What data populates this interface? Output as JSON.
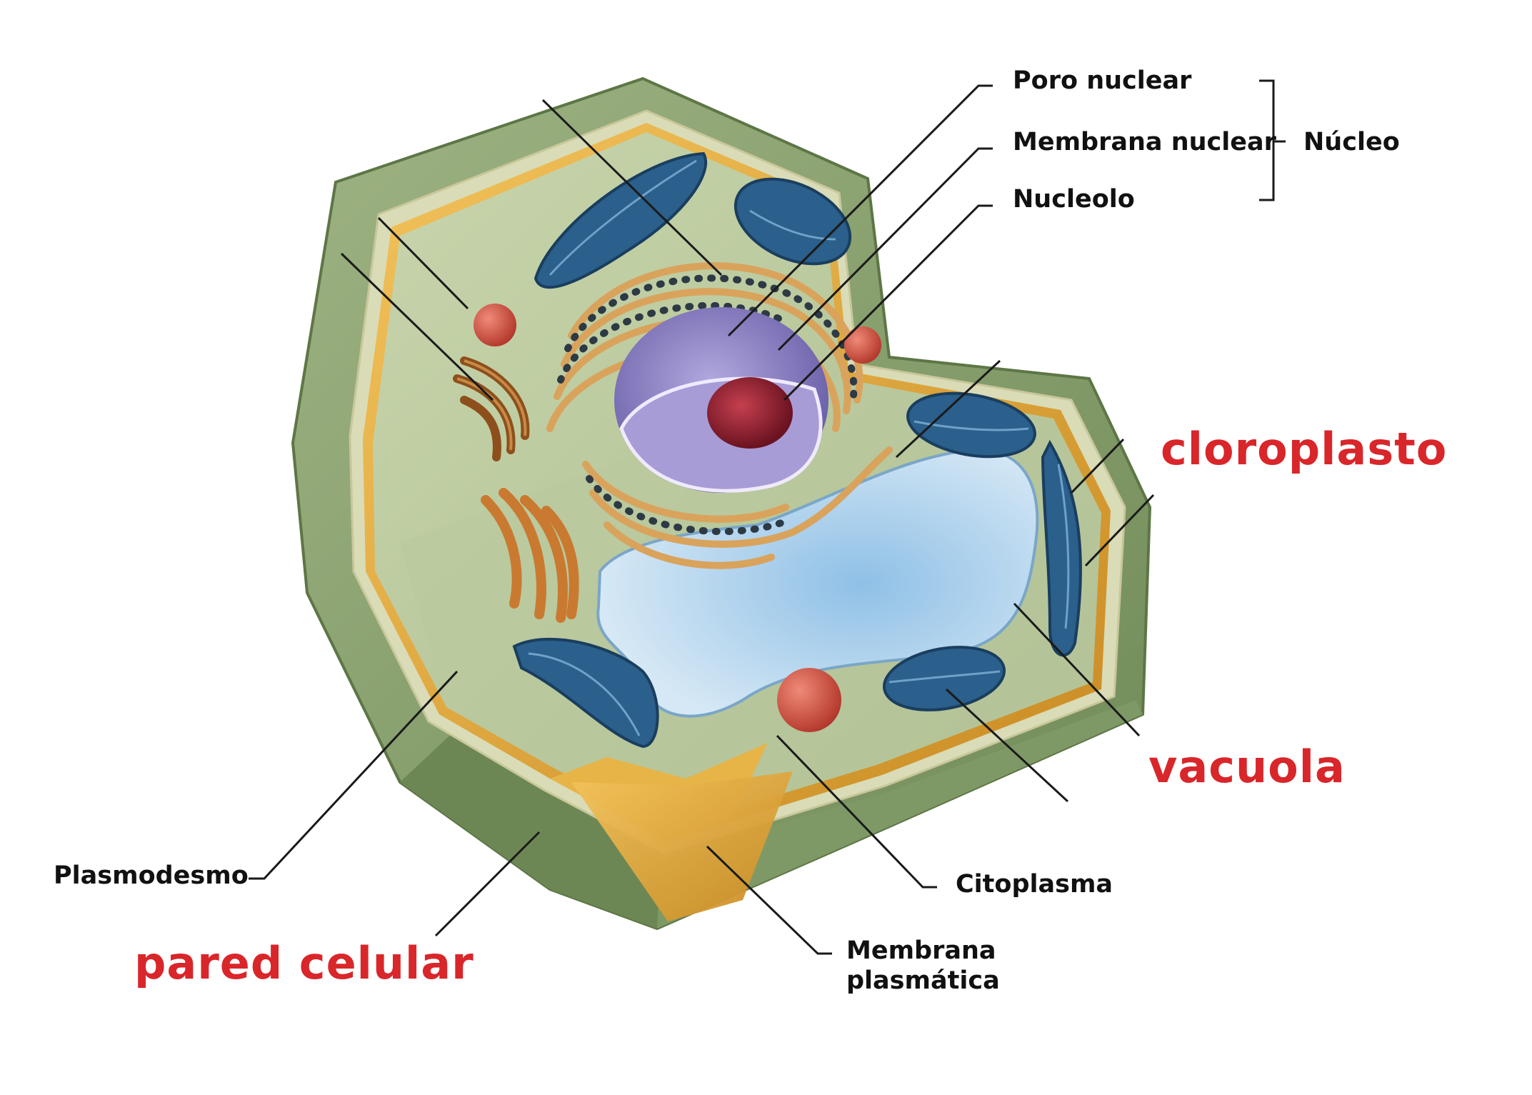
{
  "labels": {
    "poro_nuclear": "Poro nuclear",
    "membrana_nuclear": "Membrana nuclear",
    "nucleolo": "Nucleolo",
    "nucleo": "Núcleo",
    "cloroplasto": "cloroplasto",
    "vacuola": "vacuola",
    "plasmodesmo": "Plasmodesmo",
    "pared_celular": "pared celular",
    "citoplasma": "Citoplasma",
    "membrana_plasmatica_1": "Membrana",
    "membrana_plasmatica_2": "plasmática"
  },
  "colors": {
    "highlight_label": "#d9262a",
    "label_text": "#111111",
    "leader_line": "#1a1a1a",
    "cell_wall": "#8aa06e",
    "cytoplasm": "#b8c79c",
    "vacuole": "#bcd6ec",
    "chloroplast": "#2b5f8c",
    "nucleus": "#8e82c4",
    "nucleolus": "#8a1f2b",
    "golgi": "#c07a2c",
    "er": "#d9a35c",
    "membrane": "#e0a93a"
  }
}
